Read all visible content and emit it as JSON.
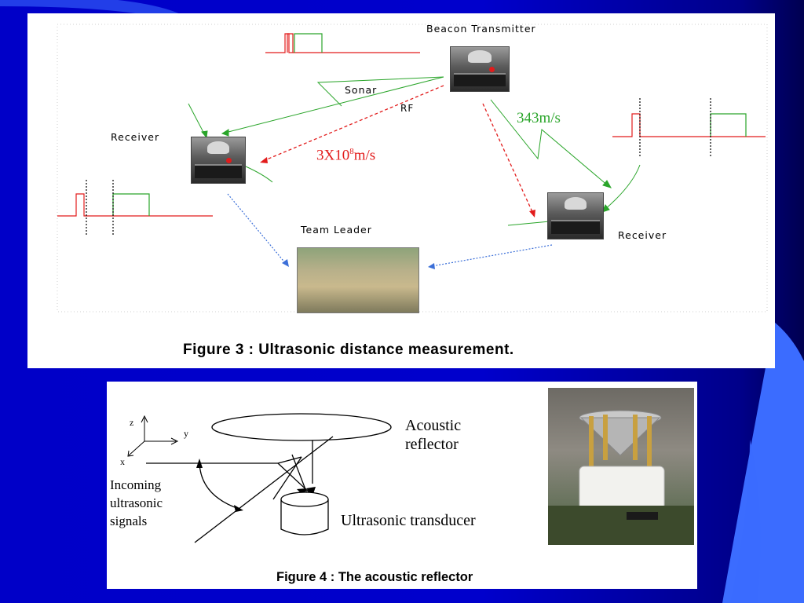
{
  "figure3": {
    "beacon_label": "Beacon Transmitter",
    "sonar_label": "Sonar",
    "rf_label": "RF",
    "receiver_left_label": "Receiver",
    "receiver_right_label": "Receiver",
    "team_leader_label": "Team Leader",
    "speed_light": "3X10",
    "speed_light_exp": "8",
    "speed_light_unit": "m/s",
    "speed_sound": "343m/s",
    "caption": "Figure 3 : Ultrasonic distance measurement."
  },
  "figure4": {
    "axis_z": "z",
    "axis_y": "y",
    "axis_x": "x",
    "reflector_line1": "Acoustic",
    "reflector_line2": "reflector",
    "incoming_line1": "Incoming",
    "incoming_line2": "ultrasonic",
    "incoming_line3": "signals",
    "transducer_label": "Ultrasonic transducer",
    "caption": "Figure 4 : The acoustic reflector"
  },
  "colors": {
    "background": "#0000cc",
    "rf_red": "#e21b1b",
    "sonar_green": "#2aa52a",
    "relay_blue": "#3b6fd8",
    "accent_blue": "#3b6cff"
  }
}
